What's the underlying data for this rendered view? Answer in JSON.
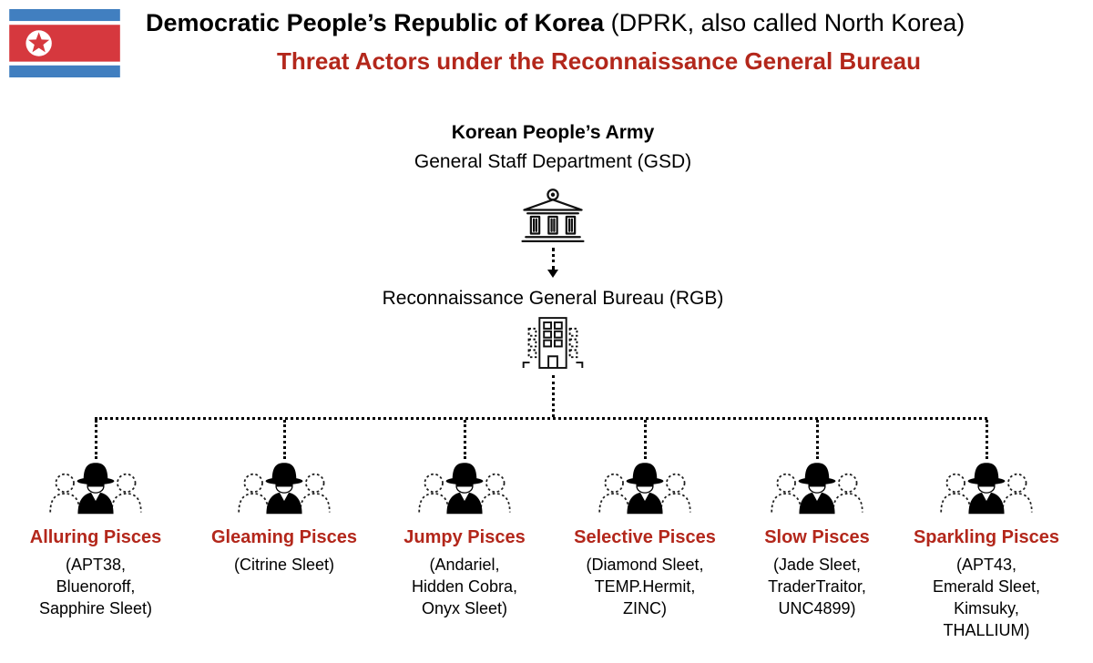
{
  "header": {
    "title_bold": "Democratic People’s Republic of Korea",
    "title_rest": " (DPRK, also called North Korea)",
    "subtitle": "Threat Actors under the Reconnaissance General Bureau"
  },
  "hierarchy": {
    "army": "Korean People’s Army",
    "gsd": "General Staff Department (GSD)",
    "rgb": "Reconnaissance General Bureau (RGB)"
  },
  "icons": {
    "flag": "dprk-flag",
    "gsd_icon": "classical-bank-building-icon",
    "rgb_icon": "office-building-icon",
    "group_icon": "spy-trio-icon",
    "connector": "dotted-arrow"
  },
  "colors": {
    "accent_red": "#b3271b",
    "flag_red": "#d6383e",
    "flag_blue": "#417fc0",
    "line_black": "#111111"
  },
  "groups": [
    {
      "name": "Alluring Pisces",
      "alias_lines": [
        "(APT38,",
        "Bluenoroff,",
        "Sapphire Sleet)"
      ]
    },
    {
      "name": "Gleaming Pisces",
      "alias_lines": [
        "(Citrine Sleet)"
      ]
    },
    {
      "name": "Jumpy Pisces",
      "alias_lines": [
        "(Andariel,",
        "Hidden Cobra,",
        "Onyx Sleet)"
      ]
    },
    {
      "name": "Selective Pisces",
      "alias_lines": [
        "(Diamond Sleet,",
        "TEMP.Hermit,",
        "ZINC)"
      ]
    },
    {
      "name": "Slow Pisces",
      "alias_lines": [
        "(Jade Sleet,",
        "TraderTraitor,",
        "UNC4899)"
      ]
    },
    {
      "name": "Sparkling Pisces",
      "alias_lines": [
        "(APT43,",
        "Emerald Sleet,",
        "Kimsuky,",
        "THALLIUM)"
      ]
    }
  ]
}
